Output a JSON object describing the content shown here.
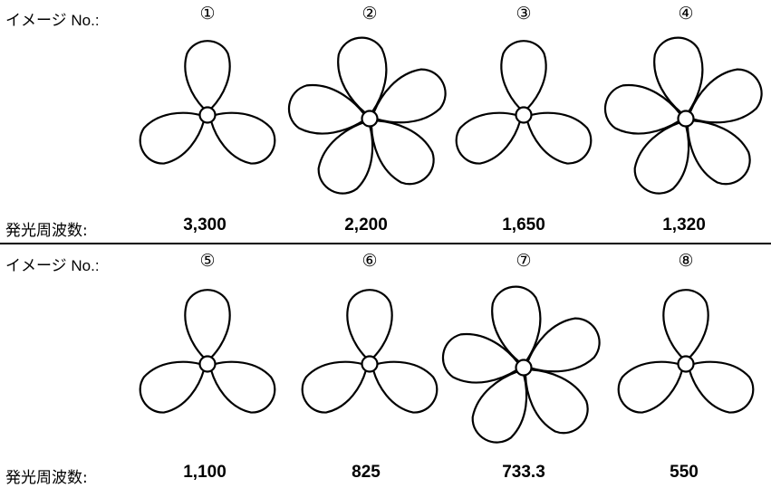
{
  "rows": [
    {
      "image_no_label": "イメージ No.:",
      "frequency_label": "発光周波数:",
      "items": [
        {
          "mark": "①",
          "blades": 3,
          "frequency": "3,300"
        },
        {
          "mark": "②",
          "blades": 5,
          "frequency": "2,200"
        },
        {
          "mark": "③",
          "blades": 3,
          "frequency": "1,650"
        },
        {
          "mark": "④",
          "blades": 5,
          "frequency": "1,320"
        }
      ]
    },
    {
      "image_no_label": "イメージ No.:",
      "frequency_label": "発光周波数:",
      "items": [
        {
          "mark": "⑤",
          "blades": 3,
          "frequency": "1,100"
        },
        {
          "mark": "⑥",
          "blades": 3,
          "frequency": "825"
        },
        {
          "mark": "⑦",
          "blades": 5,
          "frequency": "733.3"
        },
        {
          "mark": "⑧",
          "blades": 3,
          "frequency": "550"
        }
      ]
    }
  ],
  "colors": {
    "stroke": "#000000",
    "background": "#ffffff"
  },
  "icon_names": [
    "three-blade-propeller-icon",
    "five-blade-propeller-icon"
  ]
}
